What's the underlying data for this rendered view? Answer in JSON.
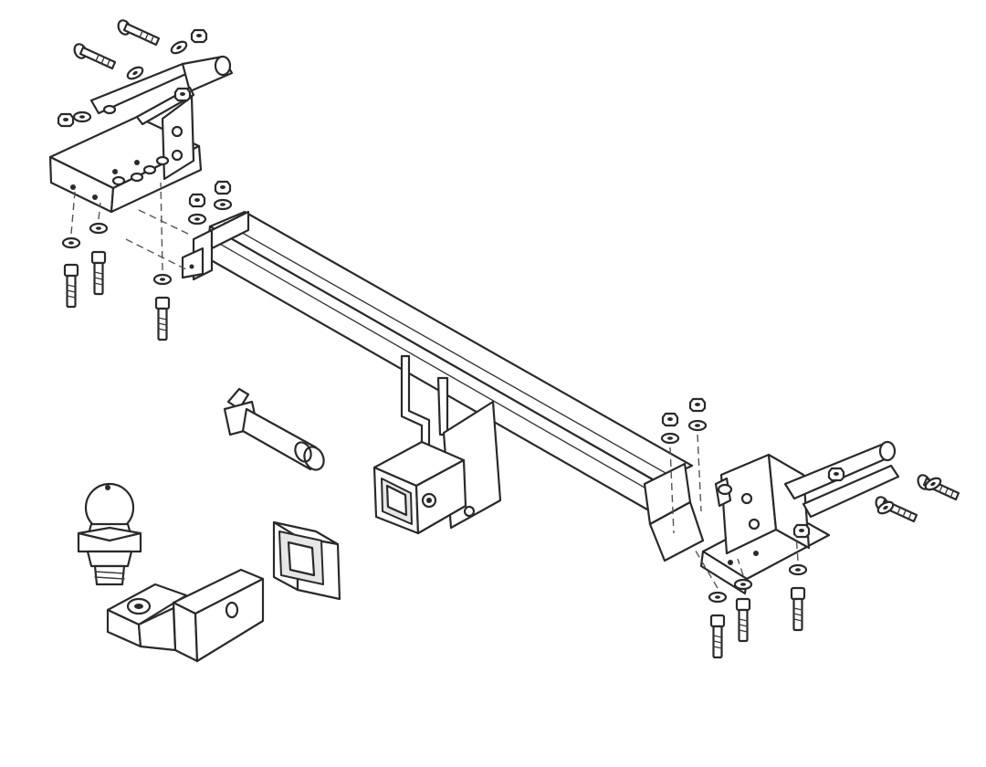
{
  "diagram": {
    "background": "#ffffff",
    "line_color": "#2a2a2a",
    "parts": [
      {
        "id": "left-mounting-bracket",
        "icon": "bracket-icon"
      },
      {
        "id": "right-mounting-bracket",
        "icon": "bracket-icon"
      },
      {
        "id": "cross-bar-tube",
        "icon": "tube-icon"
      },
      {
        "id": "receiver-hitch",
        "icon": "receiver-icon"
      },
      {
        "id": "hitch-pin",
        "icon": "pin-icon"
      },
      {
        "id": "tow-ball",
        "icon": "ball-icon"
      },
      {
        "id": "ball-mount",
        "icon": "mount-icon"
      },
      {
        "id": "receiver-cover",
        "icon": "cover-icon"
      },
      {
        "id": "bolts-and-washers",
        "icon": "bolt-icon"
      }
    ]
  }
}
